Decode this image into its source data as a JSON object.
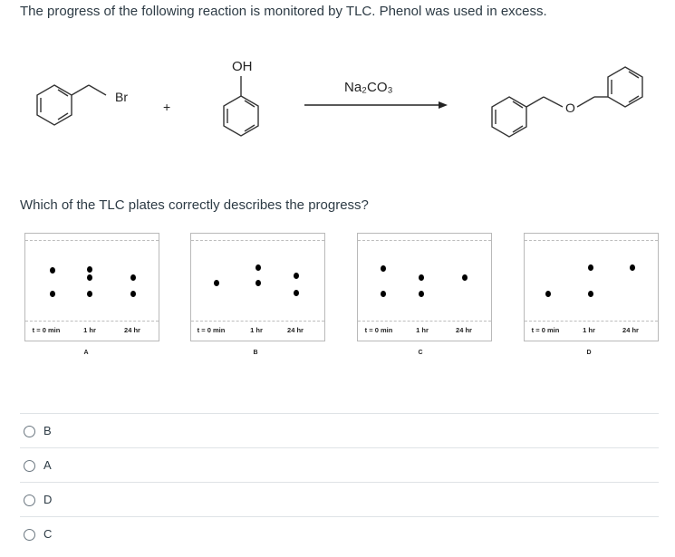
{
  "question": {
    "text": "The progress of the following reaction is monitored by TLC. Phenol was used in excess.",
    "sub_text": "Which of the TLC plates correctly describes the progress?"
  },
  "reaction": {
    "reagent1_label": "Br",
    "plus": "+",
    "reagent2_label": "OH",
    "conditions": "Na₂CO₃",
    "product_label": "O"
  },
  "plates": [
    {
      "letter": "A",
      "lanes": [
        "t = 0 min",
        "1 hr",
        "24 hr"
      ]
    },
    {
      "letter": "B",
      "lanes": [
        "t = 0 min",
        "1 hr",
        "24 hr"
      ]
    },
    {
      "letter": "C",
      "lanes": [
        "t = 0 min",
        "1 hr",
        "24 hr"
      ]
    },
    {
      "letter": "D",
      "lanes": [
        "t = 0 min",
        "1 hr",
        "24 hr"
      ]
    }
  ],
  "choices": [
    {
      "label": "B"
    },
    {
      "label": "A"
    },
    {
      "label": "D"
    },
    {
      "label": "C"
    }
  ]
}
